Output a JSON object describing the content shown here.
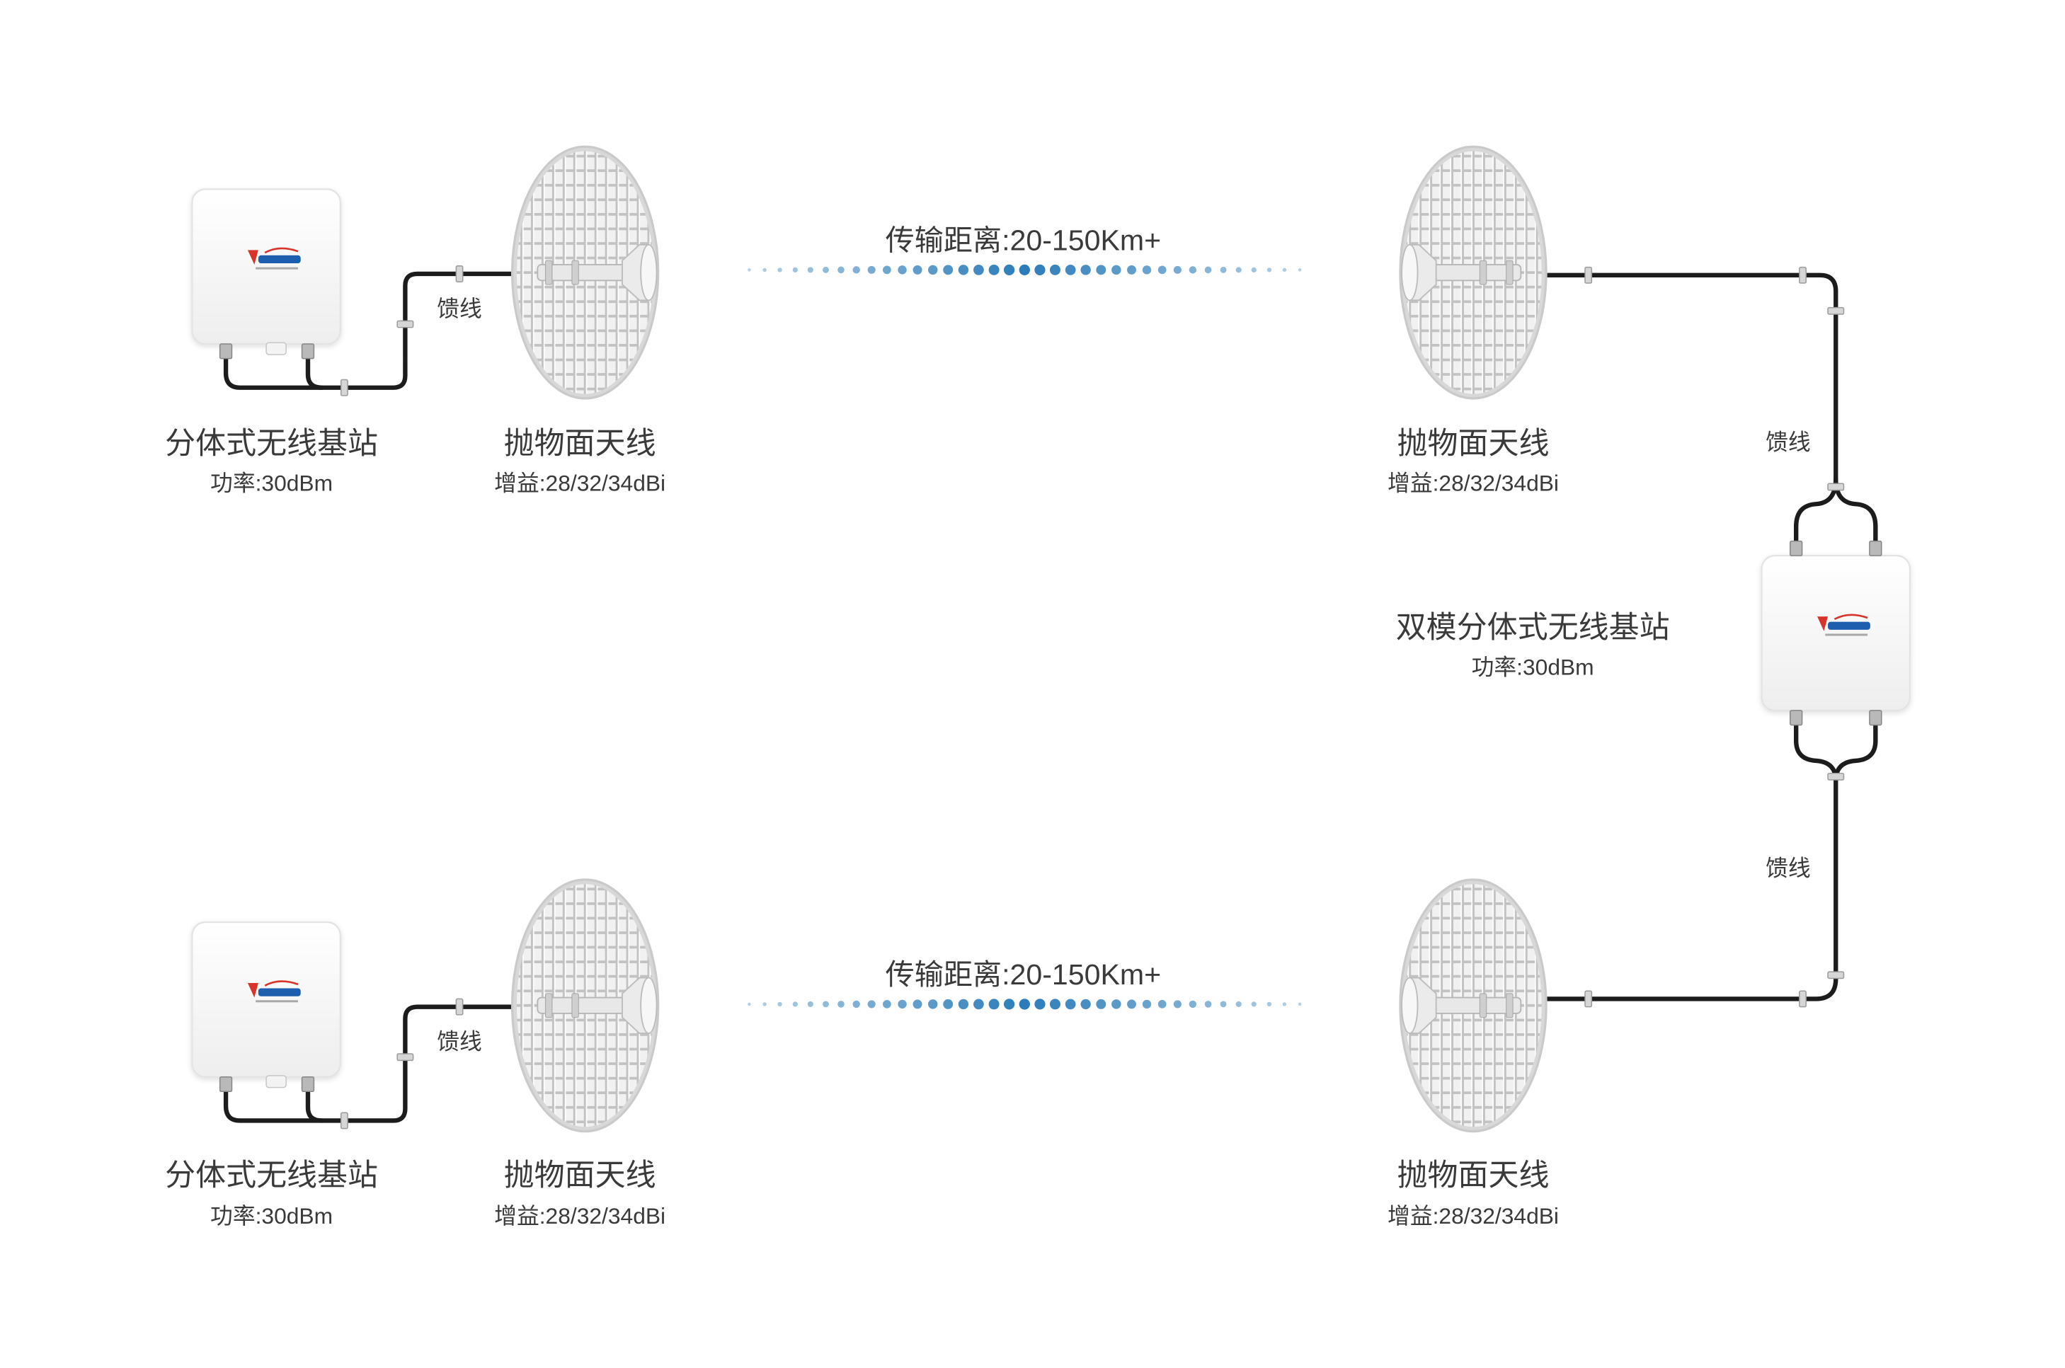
{
  "rows": [
    {
      "station": {
        "name": "分体式无线基站",
        "power": "功率:30dBm"
      },
      "feeder": "馈线",
      "near_antenna": {
        "name": "抛物面天线",
        "gain": "增益:28/32/34dBi"
      },
      "link_distance": "传输距离:20-150Km+",
      "far_antenna": {
        "name": "抛物面天线",
        "gain": "增益:28/32/34dBi"
      }
    },
    {
      "station": {
        "name": "分体式无线基站",
        "power": "功率:30dBm"
      },
      "feeder": "馈线",
      "near_antenna": {
        "name": "抛物面天线",
        "gain": "增益:28/32/34dBi"
      },
      "link_distance": "传输距离:20-150Km+",
      "far_antenna": {
        "name": "抛物面天线",
        "gain": "增益:28/32/34dBi"
      }
    }
  ],
  "dual_station": {
    "name": "双模分体式无线基站",
    "power": "功率:30dBm",
    "feeder_top": "馈线",
    "feeder_bottom": "馈线"
  },
  "icons": {
    "station": "base-station-icon",
    "antenna": "parabolic-grid-antenna-icon",
    "link": "signal-dots"
  },
  "colors": {
    "cable": "#1c1c1c",
    "signal": "#2b7cb9",
    "text": "#3a3a3a",
    "logo_red": "#d9342b",
    "logo_blue": "#1d5fae"
  }
}
